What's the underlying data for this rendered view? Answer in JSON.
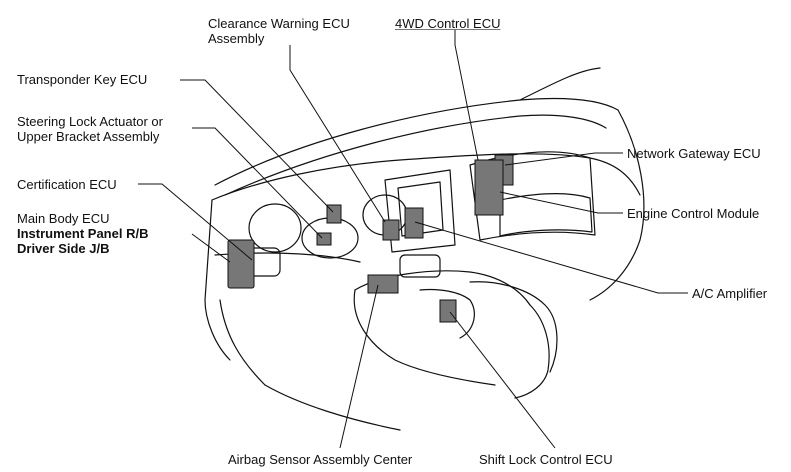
{
  "diagram": {
    "labels": {
      "clearance_line1": "Clearance Warning ECU",
      "clearance_line2": "Assembly",
      "fourwd": "4WD Control ECU",
      "transponder": "Transponder Key ECU",
      "steering_line1": "Steering Lock Actuator or",
      "steering_line2": "Upper Bracket Assembly",
      "certification": "Certification ECU",
      "main_body": "Main Body ECU",
      "instrument_panel": "Instrument Panel R/B",
      "driver_side": "Driver Side J/B",
      "network_gateway": "Network Gateway ECU",
      "engine_control": "Engine Control Module",
      "ac_amplifier": "A/C Amplifier",
      "airbag": "Airbag Sensor Assembly Center",
      "shift_lock": "Shift Lock Control ECU"
    },
    "colors": {
      "line": "#111111",
      "fill": "#ffffff",
      "component": "#555555"
    }
  }
}
